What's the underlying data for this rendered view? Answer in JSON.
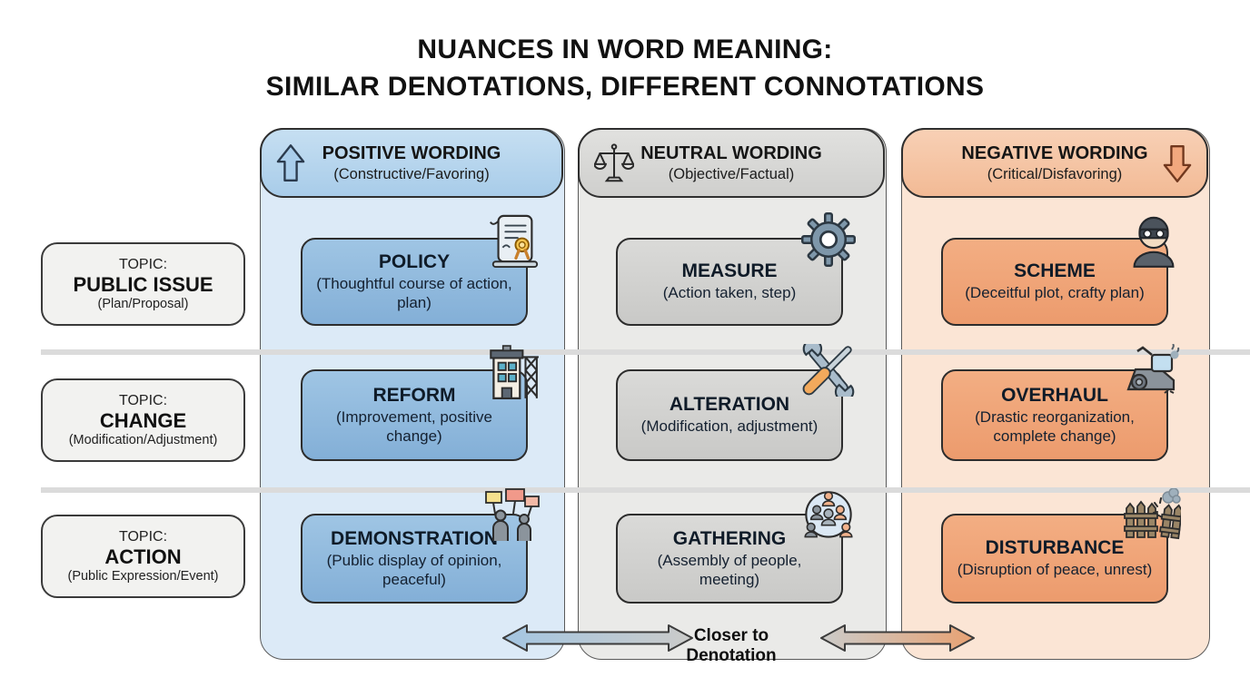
{
  "title": {
    "line1": "NUANCES IN WORD MEANING:",
    "line2": "SIMILAR DENOTATIONS, DIFFERENT CONNOTATIONS"
  },
  "columns": [
    {
      "label": "POSITIVE WORDING",
      "sublabel": "(Constructive/Favoring)",
      "icon": "arrow-up-icon",
      "panel_color": "#dceaf7",
      "header_color": "#b4d4ee",
      "cell_color": "#8fb9dd"
    },
    {
      "label": "NEUTRAL WORDING",
      "sublabel": "(Objective/Factual)",
      "icon": "scales-icon",
      "panel_color": "#eaeae8",
      "header_color": "#d7d7d5",
      "cell_color": "#d2d2d0"
    },
    {
      "label": "NEGATIVE WORDING",
      "sublabel": "(Critical/Disfavoring)",
      "icon": "arrow-down-icon",
      "panel_color": "#fbe5d5",
      "header_color": "#f5c5a7",
      "cell_color": "#efa277"
    }
  ],
  "topics": [
    {
      "prefix": "TOPIC:",
      "name": "PUBLIC ISSUE",
      "sublabel": "(Plan/Proposal)"
    },
    {
      "prefix": "TOPIC:",
      "name": "CHANGE",
      "sublabel": "(Modification/Adjustment)"
    },
    {
      "prefix": "TOPIC:",
      "name": "ACTION",
      "sublabel": "(Public Expression/Event)"
    }
  ],
  "rows": [
    {
      "cells": [
        {
          "word": "POLICY",
          "meaning": "(Thoughtful course of action, plan)",
          "icon": "scroll-certificate-icon"
        },
        {
          "word": "MEASURE",
          "meaning": "(Action taken, step)",
          "icon": "gear-icon"
        },
        {
          "word": "SCHEME",
          "meaning": "(Deceitful plot, crafty plan)",
          "icon": "burglar-icon"
        }
      ]
    },
    {
      "cells": [
        {
          "word": "REFORM",
          "meaning": "(Improvement, positive change)",
          "icon": "building-construction-icon"
        },
        {
          "word": "ALTERATION",
          "meaning": "(Modification, adjustment)",
          "icon": "crossed-tools-icon"
        },
        {
          "word": "OVERHAUL",
          "meaning": "(Drastic reorganization, complete change)",
          "icon": "broken-machine-icon"
        }
      ]
    },
    {
      "cells": [
        {
          "word": "DEMONSTRATION",
          "meaning": "(Public display of opinion, peaceful)",
          "icon": "protesters-icon"
        },
        {
          "word": "GATHERING",
          "meaning": "(Assembly of people, meeting)",
          "icon": "crowd-circle-icon"
        },
        {
          "word": "DISTURBANCE",
          "meaning": "(Disruption of peace, unrest)",
          "icon": "broken-fence-icon"
        }
      ]
    }
  ],
  "footer": {
    "arrow_label": "Closer to Denotation"
  }
}
